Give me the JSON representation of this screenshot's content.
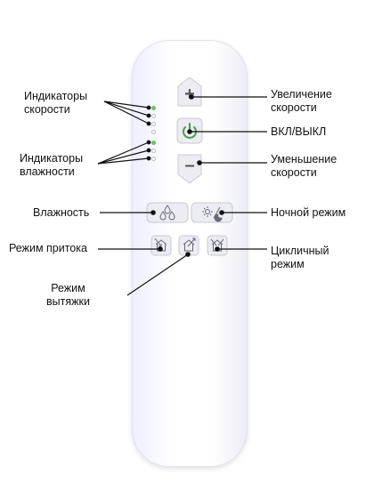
{
  "labels": {
    "speed_indicators": [
      "Индикаторы",
      "скорости"
    ],
    "humidity_indicators": [
      "Индикаторы",
      "влажности"
    ],
    "speed_up": [
      "Увеличение",
      "скорости"
    ],
    "power": [
      "ВКЛ/ВЫКЛ"
    ],
    "speed_down": [
      "Уменьшение",
      "скорости"
    ],
    "humidity": [
      "Влажность"
    ],
    "night_mode": [
      "Ночной режим"
    ],
    "supply_mode": [
      "Режим притока"
    ],
    "cyclic_mode": [
      "Цикличный",
      "режим"
    ],
    "exhaust_mode": [
      "Режим",
      "вытяжки"
    ]
  },
  "buttons": {
    "plus_glyph": "+",
    "minus_glyph": "–"
  },
  "colors": {
    "indicator_on": "#6bc26b",
    "indicator_off": "#b9b9c4",
    "button_face": "#ececf2",
    "icon": "#666a77"
  },
  "icons": {
    "power": "power-icon",
    "humidity": "water-drops-icon",
    "night": "sun-moon-icon",
    "supply": "house-arrow-in-icon",
    "exhaust": "house-arrow-out-icon",
    "cyclic": "house-cycle-icon"
  }
}
